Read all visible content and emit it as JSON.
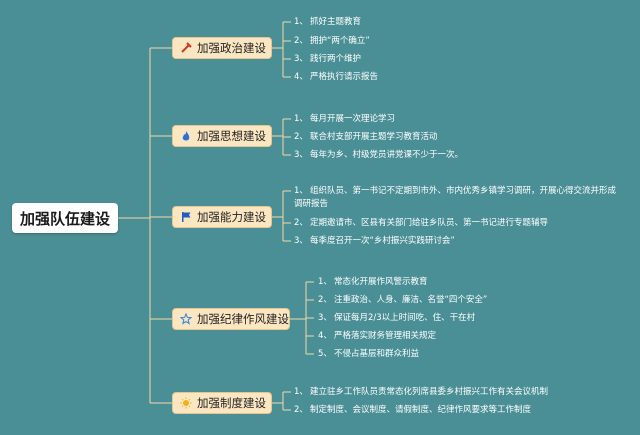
{
  "root": {
    "label": "加强队伍建设"
  },
  "branches": [
    {
      "label": "加强政治建设",
      "icon": "hammer-sickle-icon",
      "items": [
        {
          "num": "1、",
          "text": "抓好主题教育"
        },
        {
          "num": "2、",
          "text": "拥护“两个确立”"
        },
        {
          "num": "3、",
          "text": "践行两个维护"
        },
        {
          "num": "4、",
          "text": "严格执行请示报告"
        }
      ]
    },
    {
      "label": "加强思想建设",
      "icon": "flame-icon",
      "items": [
        {
          "num": "1、",
          "text": "每月开展一次理论学习"
        },
        {
          "num": "2、",
          "text": "联合村支部开展主题学习教育活动"
        },
        {
          "num": "3、",
          "text": "每年为乡、村级党员讲党课不少于一次。"
        }
      ]
    },
    {
      "label": "加强能力建设",
      "icon": "flag-icon",
      "items": [
        {
          "num": "1、",
          "text": "组织队员、第一书记不定期到市外、市内优秀乡镇学习调研，开展心得交流并形成调研报告"
        },
        {
          "num": "2、",
          "text": "定期邀请市、区县有关部门给驻乡队员、第一书记进行专题辅导"
        },
        {
          "num": "3、",
          "text": "每季度召开一次“乡村振兴实践研讨会”"
        }
      ]
    },
    {
      "label": "加强纪律作风建设",
      "icon": "star-icon",
      "items": [
        {
          "num": "1、",
          "text": "常态化开展作风警示教育"
        },
        {
          "num": "2、",
          "text": "注重政治、人身、廉洁、名誉“四个安全”"
        },
        {
          "num": "3、",
          "text": "保证每月2/3以上时间吃、住、干在村"
        },
        {
          "num": "4、",
          "text": "严格落实财务管理相关规定"
        },
        {
          "num": "5、",
          "text": "不侵占基层和群众利益"
        }
      ]
    },
    {
      "label": "加强制度建设",
      "icon": "sun-icon",
      "items": [
        {
          "num": "1、",
          "text": "建立驻乡工作队员责常态化列席县委乡村振兴工作有关会议机制"
        },
        {
          "num": "2、",
          "text": "制定制度、会议制度、请假制度、纪律作风要求等工作制度"
        }
      ]
    }
  ],
  "colors": {
    "background": "#4a8f96",
    "line": "#f3d9a8",
    "branch_fill": "#fbe6c2",
    "icon_red": "#d9342b",
    "icon_blue": "#2f6fd8",
    "icon_flag": "#1f5fbf",
    "icon_star": "#3a8ad6",
    "icon_sun": "#f2b21f"
  }
}
